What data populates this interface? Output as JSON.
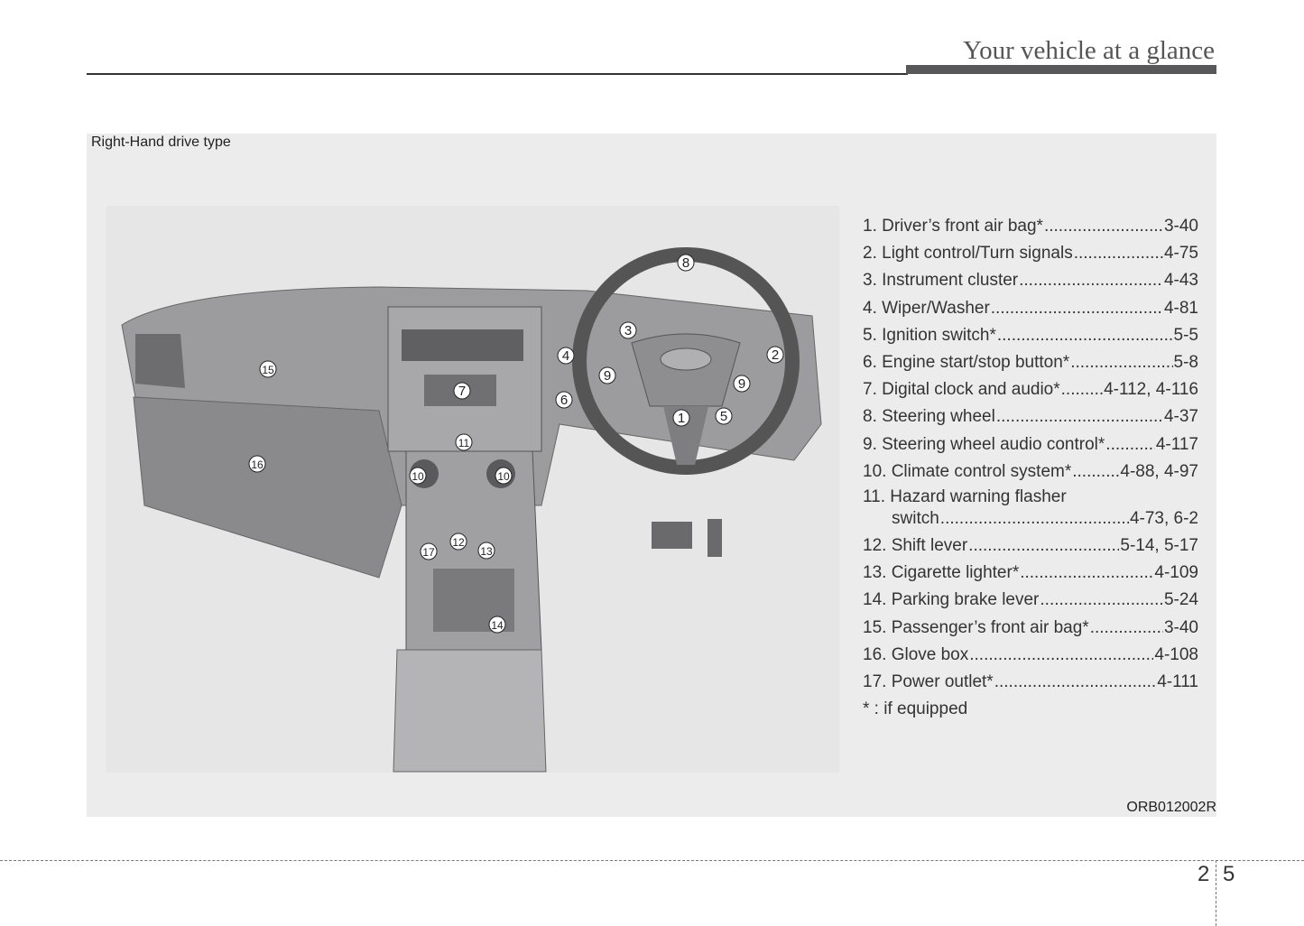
{
  "header": {
    "title": "Your vehicle at a glance"
  },
  "panel": {
    "label": "Right-Hand drive type",
    "code": "ORB012002R"
  },
  "illustration": {
    "callouts": [
      "8",
      "3",
      "4",
      "2",
      "9",
      "9",
      "7",
      "6",
      "15",
      "1",
      "5",
      "11",
      "16",
      "10",
      "10",
      "12",
      "17",
      "13",
      "14"
    ]
  },
  "items": [
    {
      "label": "1. Driver’s front air bag*",
      "page": "3-40"
    },
    {
      "label": "2. Light control/Turn signals",
      "page": "4-75"
    },
    {
      "label": "3. Instrument cluster",
      "page": "4-43"
    },
    {
      "label": "4. Wiper/Washer",
      "page": "4-81"
    },
    {
      "label": "5. Ignition switch*",
      "page": "5-5"
    },
    {
      "label": "6. Engine start/stop button*",
      "page": "5-8"
    },
    {
      "label": "7. Digital clock and audio*",
      "page": "4-112, 4-116"
    },
    {
      "label": "8. Steering wheel",
      "page": "4-37"
    },
    {
      "label": "9. Steering wheel audio control*",
      "page": "4-117"
    },
    {
      "label": "10. Climate control system*",
      "page": "4-88, 4-97"
    },
    {
      "label": "11. Hazard warning flasher",
      "label2": "switch",
      "page": "4-73, 6-2"
    },
    {
      "label": "12. Shift lever",
      "page": "5-14, 5-17"
    },
    {
      "label": "13. Cigarette lighter*",
      "page": "4-109"
    },
    {
      "label": "14. Parking brake lever",
      "page": "5-24"
    },
    {
      "label": "15. Passenger’s front air bag*",
      "page": "3-40"
    },
    {
      "label": "16. Glove box",
      "page": "4-108"
    },
    {
      "label": "17. Power outlet*",
      "page": "4-111"
    }
  ],
  "footnote": "* : if equipped",
  "page_number": {
    "chapter": "2",
    "page": "5"
  }
}
